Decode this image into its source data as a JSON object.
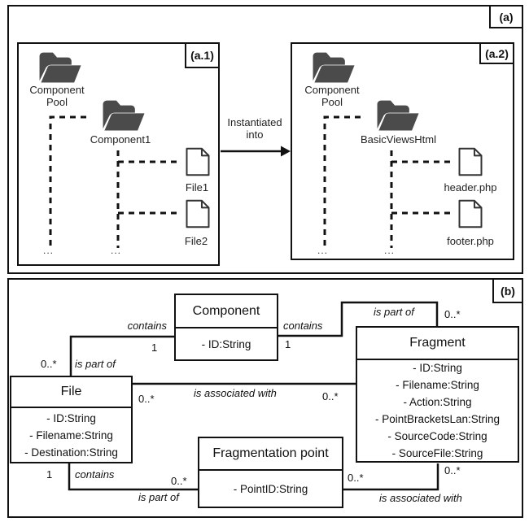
{
  "colors": {
    "line": "#111111",
    "folder_fill": "#4b4b4b",
    "file_stroke": "#333333",
    "background": "#ffffff",
    "text": "#111111"
  },
  "panel_a": {
    "tag": "(a)",
    "arrow_label": [
      "Instantiated",
      "into"
    ],
    "a1": {
      "tag": "(a.1)",
      "root_folder_line1": "Component",
      "root_folder_line2": "Pool",
      "sub_folder": "Component1",
      "files": [
        "File1",
        "File2"
      ],
      "ellipsis1": "...",
      "ellipsis2": "..."
    },
    "a2": {
      "tag": "(a.2)",
      "root_folder_line1": "Component",
      "root_folder_line2": "Pool",
      "sub_folder": "BasicViewsHtml",
      "files": [
        "header.php",
        "footer.php"
      ],
      "ellipsis1": "...",
      "ellipsis2": "..."
    }
  },
  "panel_b": {
    "tag": "(b)",
    "classes": {
      "component": {
        "title": "Component",
        "attrs": [
          "- ID:String"
        ]
      },
      "fragment": {
        "title": "Fragment",
        "attrs": [
          "- ID:String",
          "- Filename:String",
          "- Action:String",
          "- PointBracketsLan:String",
          "- SourceCode:String",
          "- SourceFile:String"
        ]
      },
      "file": {
        "title": "File",
        "attrs": [
          "- ID:String",
          "- Filename:String",
          "- Destination:String"
        ]
      },
      "fragmentation_point": {
        "title": "Fragmentation point",
        "attrs": [
          "- PointID:String"
        ]
      }
    },
    "relations": {
      "component_file": {
        "role_component": "contains",
        "mult_component": "1",
        "role_file": "is part of",
        "mult_file": "0..*"
      },
      "component_fragment": {
        "role_component": "contains",
        "mult_component": "1",
        "role_fragment": "is part of",
        "mult_fragment": "0..*"
      },
      "file_fragment": {
        "label": "is associated with",
        "mult_file": "0..*",
        "mult_fragment": "0..*"
      },
      "file_fragmentation_point": {
        "role_file": "contains",
        "mult_file": "1",
        "role_point": "is part of",
        "mult_point": "0..*"
      },
      "fragmentation_point_fragment": {
        "label": "is associated with",
        "mult_point": "0..*",
        "mult_fragment": "0..*"
      }
    }
  }
}
